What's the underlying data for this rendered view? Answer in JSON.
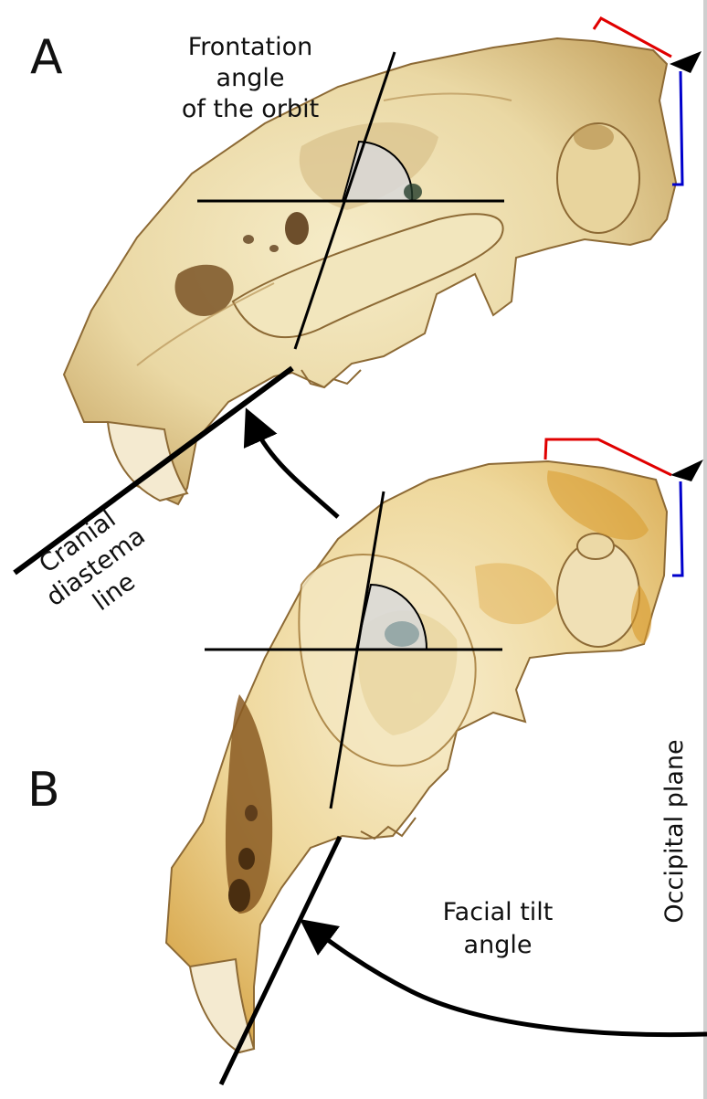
{
  "panels": {
    "a": "A",
    "b": "B"
  },
  "labels": {
    "frontation": [
      "Frontation",
      "angle",
      "of the orbit"
    ],
    "cranial": [
      "Cranial",
      "diastema",
      "line"
    ],
    "facial": [
      "Facial tilt",
      "angle"
    ],
    "occipital": "Occipital plane"
  },
  "colors": {
    "bone_light": "#efe0b0",
    "bone_shadow": "#caa868",
    "bone_dark": "#7a5326",
    "stain_orange": "#d99a2b",
    "line": "#000000",
    "bracket_red": "#e00000",
    "bracket_blue": "#0000cc",
    "angle_fill": "#d8d8d8"
  }
}
